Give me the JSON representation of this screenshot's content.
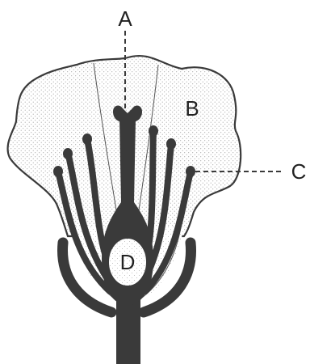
{
  "labels": {
    "a": "A",
    "b": "B",
    "c": "C",
    "d": "D"
  },
  "colors": {
    "ink": "#3a3a3a",
    "petal_dots": "#9a9a9a",
    "background": "#ffffff"
  }
}
